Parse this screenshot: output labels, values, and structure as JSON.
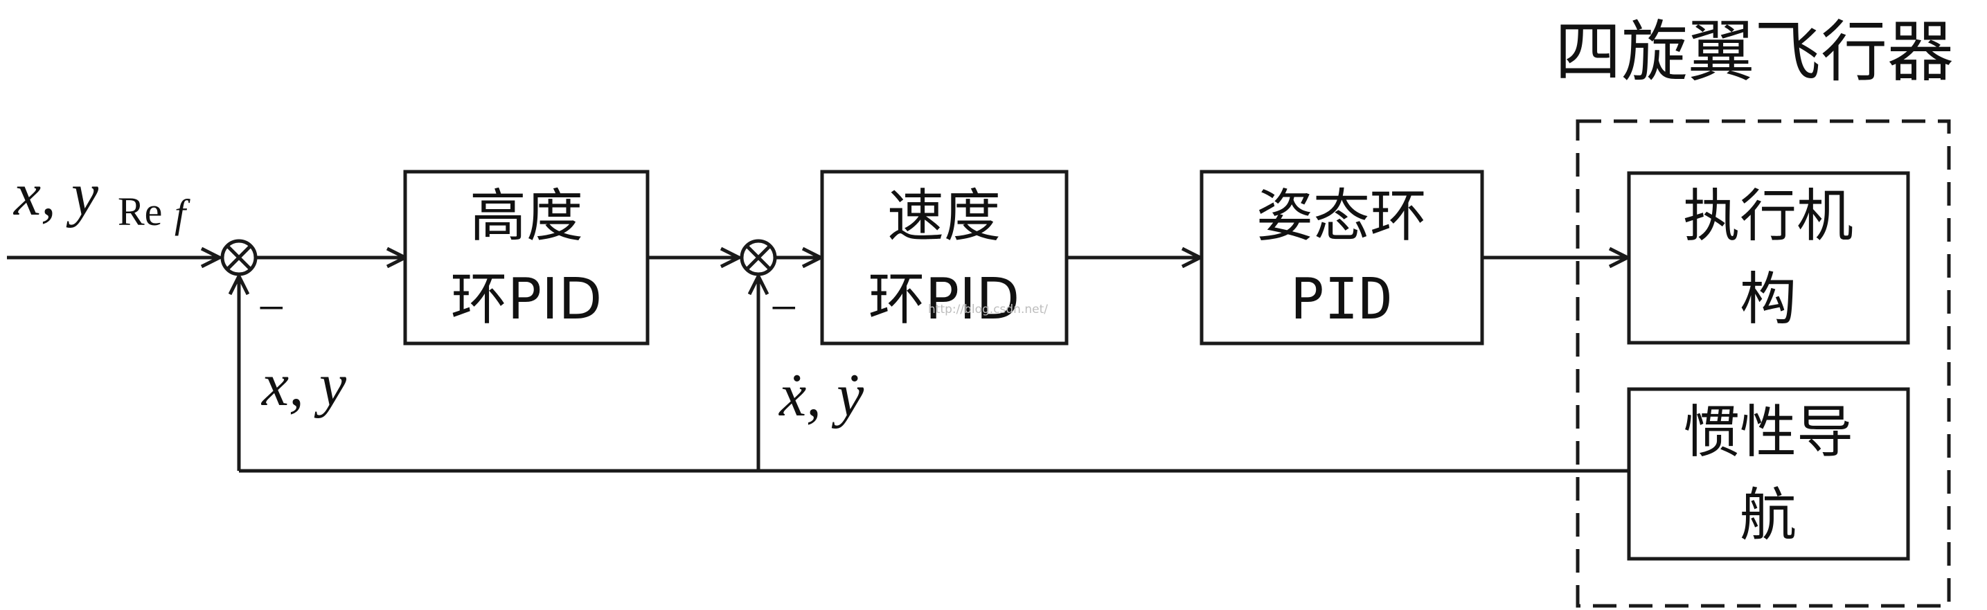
{
  "title": "四旋翼飞行器",
  "input": {
    "var": "x, y",
    "sub": "Re",
    "sub2": "f"
  },
  "blocks": {
    "height_pid": {
      "line1": "高度",
      "line2": "环PID"
    },
    "speed_pid": {
      "line1": "速度",
      "line2": "环PID"
    },
    "attitude_pid": {
      "line1": "姿态环",
      "line2": "PID"
    },
    "actuator": {
      "line1": "执行机",
      "line2": "构"
    },
    "ins": {
      "line1": "惯性导",
      "line2": "航"
    }
  },
  "feedback": {
    "outer_label": "x, y",
    "inner_label": "ẋ, ẏ",
    "minus": "−"
  },
  "watermark": "http://blog.csdn.net/"
}
